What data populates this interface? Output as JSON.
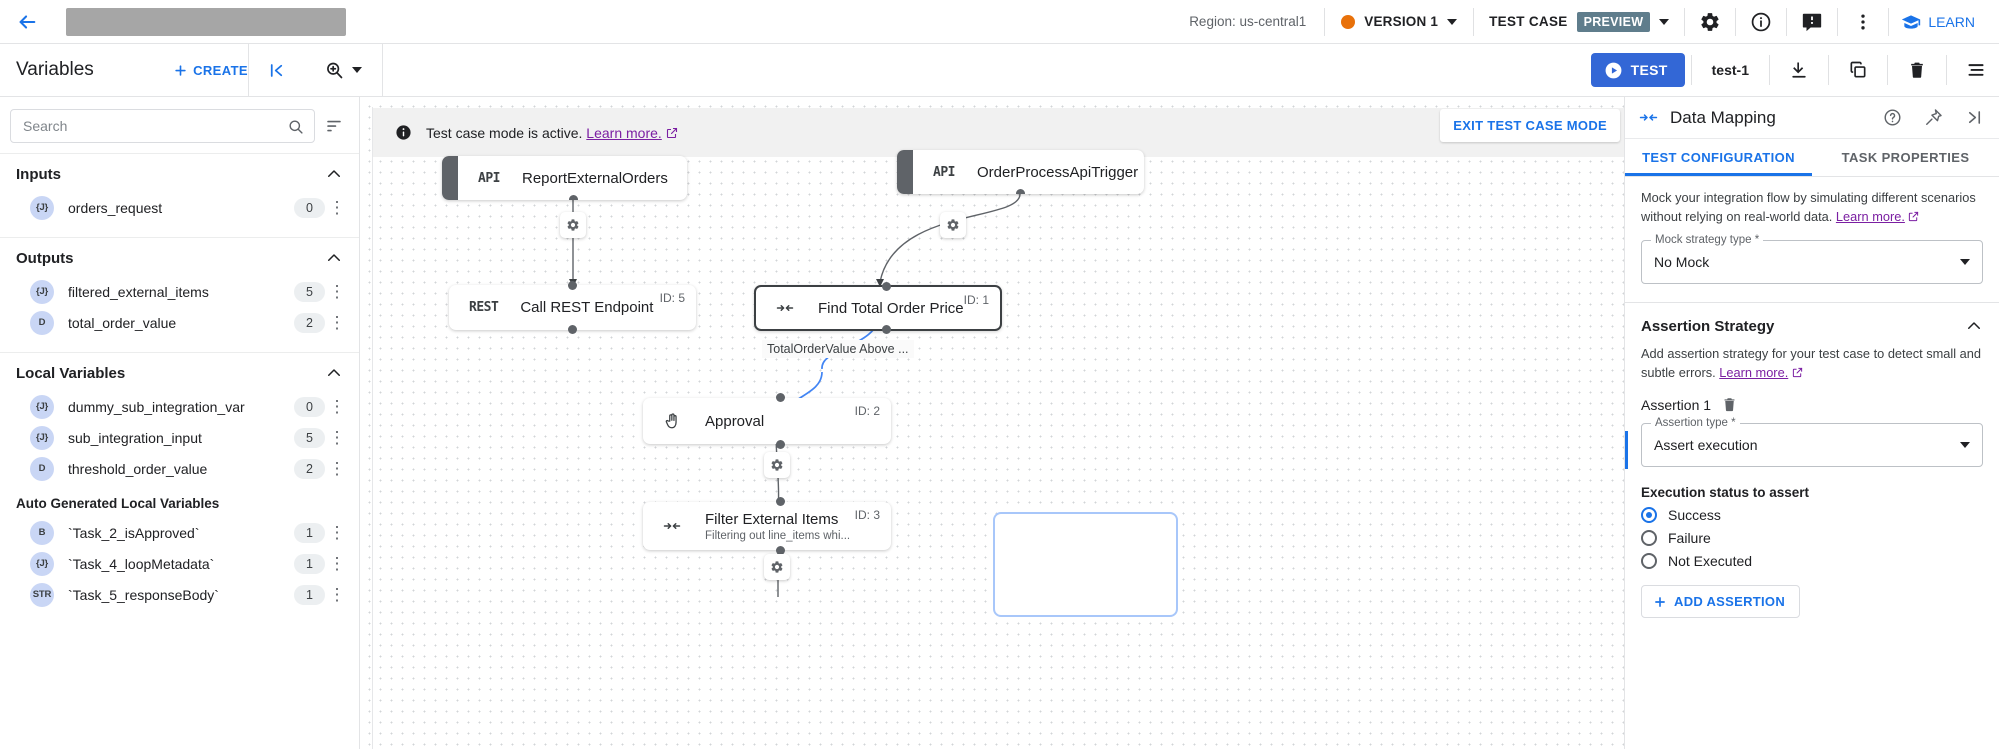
{
  "topbar": {
    "back_icon": "arrow-left-icon",
    "region_label": "Region: us-central1",
    "version_label": "VERSION 1",
    "version_dot_color": "#e8710a",
    "testcase_label": "TEST CASE",
    "preview_badge": "PREVIEW",
    "icons": [
      "gear-icon",
      "info-icon",
      "feedback-icon",
      "more-vert-icon"
    ],
    "learn_label": "LEARN"
  },
  "subbar": {
    "variables_title": "Variables",
    "create_label": "CREATE",
    "collapse_icon": "collapse-panel-icon",
    "zoom_icon": "zoom-icon",
    "test_label": "TEST",
    "test_name": "test-1",
    "download_icon": "download-icon",
    "copy_icon": "copy-icon",
    "delete_icon": "trash-icon",
    "menu_icon": "list-menu-icon"
  },
  "sidebar": {
    "search_placeholder": "Search",
    "search_value": "",
    "sort_icon": "sort-icon",
    "sections": [
      {
        "title": "Inputs",
        "items": [
          {
            "badge": "{J}",
            "name": "orders_request",
            "count": "0"
          }
        ]
      },
      {
        "title": "Outputs",
        "items": [
          {
            "badge": "{J}",
            "name": "filtered_external_items",
            "count": "5"
          },
          {
            "badge": "D",
            "name": "total_order_value",
            "count": "2"
          }
        ]
      },
      {
        "title": "Local Variables",
        "items": [
          {
            "badge": "{J}",
            "name": "dummy_sub_integration_var",
            "count": "0"
          },
          {
            "badge": "{J}",
            "name": "sub_integration_input",
            "count": "5"
          },
          {
            "badge": "D",
            "name": "threshold_order_value",
            "count": "2"
          }
        ]
      }
    ],
    "auto_section": {
      "title": "Auto Generated Local Variables",
      "items": [
        {
          "badge": "B",
          "name": "`Task_2_isApproved`",
          "count": "1"
        },
        {
          "badge": "{J}",
          "name": "`Task_4_loopMetadata`",
          "count": "1"
        },
        {
          "badge": "STR",
          "name": "`Task_5_responseBody`",
          "count": "1"
        }
      ]
    }
  },
  "canvas": {
    "banner_icon": "info-filled-icon",
    "banner_text": "Test case mode is active.",
    "banner_link": "Learn more.",
    "exit_button": "EXIT TEST CASE MODE",
    "nodes": [
      {
        "type": "API",
        "label": "ReportExternalOrders",
        "id": "",
        "sub": ""
      },
      {
        "type": "API",
        "label": "OrderProcessApiTrigger",
        "id": "",
        "sub": ""
      },
      {
        "type": "REST",
        "label": "Call REST Endpoint",
        "id": "ID: 5",
        "sub": ""
      },
      {
        "type": "",
        "label": "Find Total Order Price",
        "id": "ID: 1",
        "sub": ""
      },
      {
        "type": "",
        "label": "Approval",
        "id": "ID: 2",
        "sub": ""
      },
      {
        "type": "",
        "label": "Filter External Items",
        "id": "ID: 3",
        "sub": "Filtering out line_items whi..."
      }
    ],
    "edge_label": "TotalOrderValue Above ..."
  },
  "rightpanel": {
    "header_icon": "data-mapping-icon",
    "title": "Data Mapping",
    "help_icon": "help-circle-icon",
    "pin_icon": "pin-icon",
    "expand_icon": "collapse-right-icon",
    "tabs": [
      {
        "label": "TEST CONFIGURATION",
        "active": true
      },
      {
        "label": "TASK PROPERTIES",
        "active": false
      }
    ],
    "mock_help": "Mock your integration flow by simulating different scenarios without relying on real-world data.",
    "mock_help_link": "Learn more.",
    "mock_field_label": "Mock strategy type *",
    "mock_field_value": "No Mock",
    "assertion_section_title": "Assertion Strategy",
    "assertion_help": "Add assertion strategy for your test case to detect small and subtle errors.",
    "assertion_help_link": "Learn more.",
    "assertion_name": "Assertion 1",
    "assertion_delete_icon": "trash-icon",
    "assertion_type_label": "Assertion type *",
    "assertion_type_value": "Assert execution",
    "exec_status_label": "Execution status to assert",
    "radios": [
      {
        "label": "Success",
        "selected": true
      },
      {
        "label": "Failure",
        "selected": false
      },
      {
        "label": "Not Executed",
        "selected": false
      }
    ],
    "add_assertion_label": "ADD ASSERTION"
  },
  "colors": {
    "accent": "#1a73e8",
    "test_button": "#3367d6",
    "preview_badge": "#5f7d8c",
    "version_dot": "#e8710a",
    "link_purple": "#7b1fa2"
  }
}
